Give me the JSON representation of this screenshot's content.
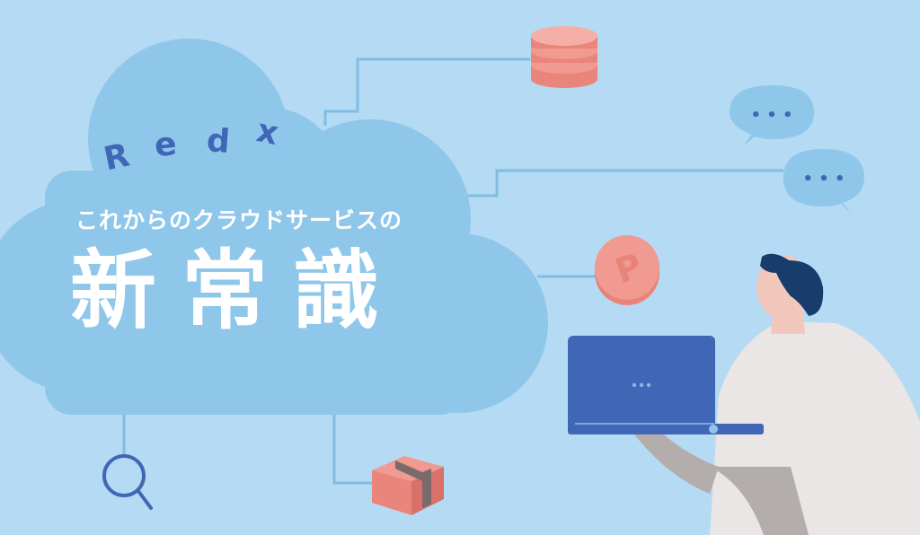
{
  "brand": {
    "letters": [
      "R",
      "e",
      "d",
      "x"
    ]
  },
  "hero": {
    "subtitle": "これからのクラウドサービスの",
    "headline": "新常識"
  },
  "icons": {
    "coin_letter": "P",
    "chat_dots_top": "• • •",
    "chat_dots_bottom": "• • •"
  },
  "colors": {
    "background": "#b5daf3",
    "cloud": "#8fc7ea",
    "line": "#7fbde6",
    "accent_blue": "#3f67b6",
    "salmon": "#ea857c",
    "hair": "#163d6b"
  }
}
